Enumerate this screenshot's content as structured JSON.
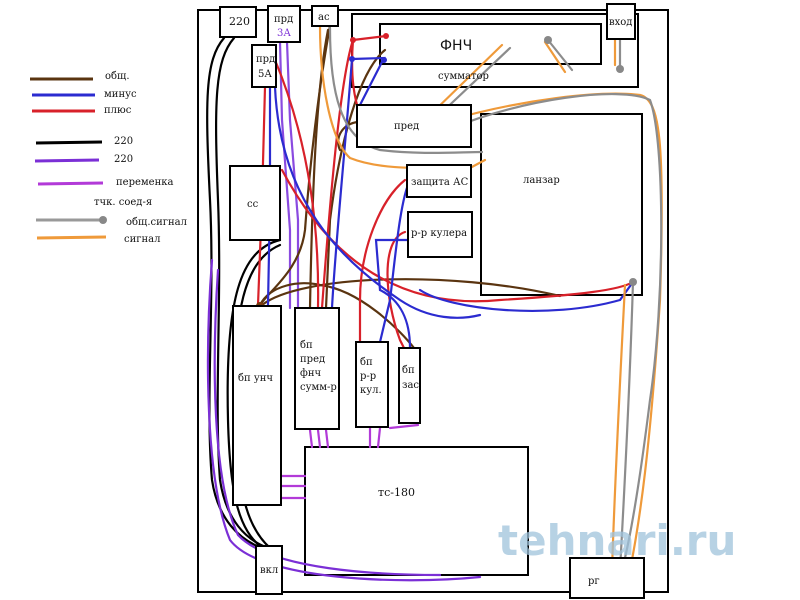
{
  "legend": [
    {
      "label": "общ.",
      "color": "#5a3410"
    },
    {
      "label": "минус",
      "color": "#2b2bd0"
    },
    {
      "label": "плюс",
      "color": "#d8212a"
    },
    {
      "label": "220",
      "color": "#000000"
    },
    {
      "label": "220",
      "color": "#7b2fd6"
    },
    {
      "label": "переменка",
      "color": "#b23ad8"
    },
    {
      "label": "общ.сигнал",
      "color": "#8c8c8c"
    },
    {
      "label": "сигнал",
      "color": "#ef9a3a"
    }
  ],
  "legend_note": "тчк. соед-я",
  "blocks": {
    "in220": "220",
    "prd3a_1": "прд",
    "prd3a_2": "3А",
    "as": "ас",
    "fnch": "ФНЧ",
    "summator": "сумматор",
    "vhod": "вход",
    "prd5a_1": "прд",
    "prd5a_2": "5А",
    "pred": "пред",
    "zashita": "защита АС",
    "lanzar": "ланзар",
    "ss": "сс",
    "cooler": "р-р кулера",
    "bp_unch": "бп унч",
    "bp_pred": [
      "бп",
      "пред",
      "фнч",
      "сумм-р"
    ],
    "bp_cool": [
      "бп",
      "р-р",
      "кул."
    ],
    "bp_zas": [
      "бп",
      "зас"
    ],
    "ts180": "тс-180",
    "vkl": "вкл",
    "rg": "рг"
  },
  "watermark": "tehnari.ru"
}
